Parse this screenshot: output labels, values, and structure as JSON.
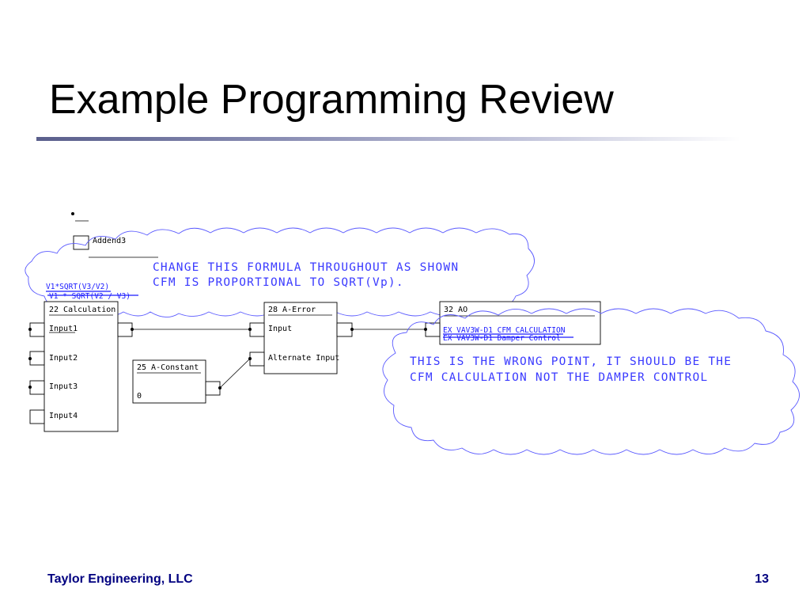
{
  "slide": {
    "title": "Example Programming Review",
    "footer_company": "Taylor Engineering, LLC",
    "page_number": "13"
  },
  "diagram": {
    "addend_label": "Addend3",
    "formula_current": "V1*SQRT(V3/V2)",
    "formula_new": "V1 * SQRT(V2 / V3)",
    "calc_block": {
      "title": "22 Calculation",
      "inputs": [
        "Input1",
        "Input2",
        "Input3",
        "Input4"
      ]
    },
    "constant_block": {
      "title": "25 A-Constant",
      "value": "0"
    },
    "error_block": {
      "title": "28 A-Error",
      "input": "Input",
      "alternate_input": "Alternate Input"
    },
    "ao_block": {
      "title": "32 AO",
      "point_new": "EX VAV3W-D1 CFM CALCULATION",
      "point_old": "EX VAV3W-D1 Damper Control"
    },
    "note_formula": [
      "CHANGE THIS FORMULA THROUGHOUT AS SHOWN",
      "CFM IS PROPORTIONAL TO SQRT(Vp)."
    ],
    "note_wrong_point": [
      "THIS IS THE WRONG POINT, IT SHOULD BE THE",
      "CFM CALCULATION NOT THE DAMPER CONTROL"
    ]
  }
}
